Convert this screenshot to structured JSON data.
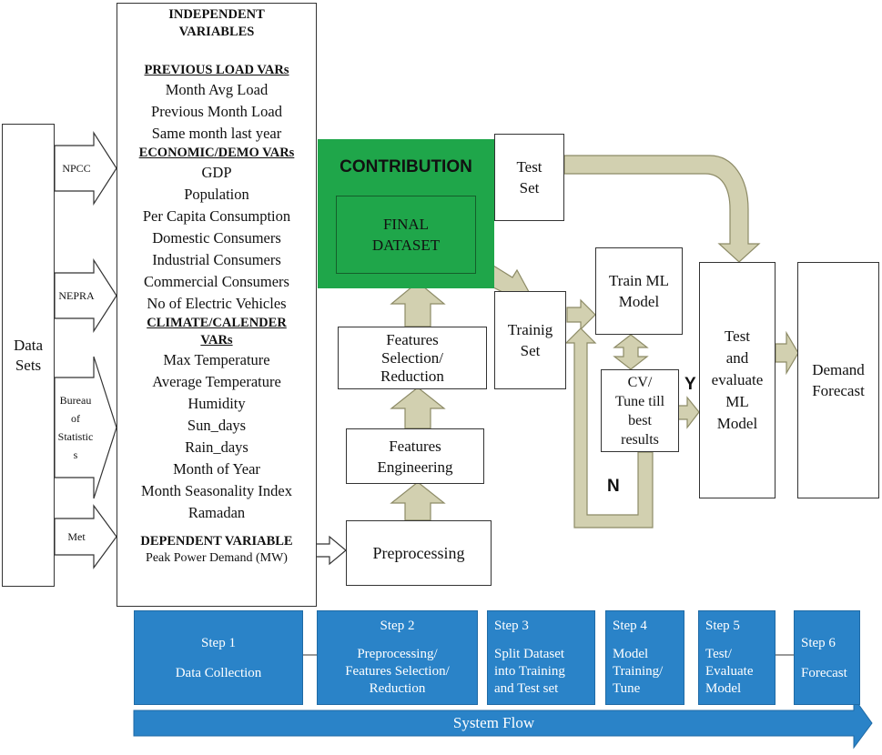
{
  "data_sets": {
    "label_line1": "Data",
    "label_line2": "Sets",
    "sources": [
      {
        "line1": "NPCC"
      },
      {
        "line1": "NEPRA"
      },
      {
        "line1": "Bureau",
        "line2": "of",
        "line3": "Statistic",
        "line4": "s"
      },
      {
        "line1": "Met"
      }
    ]
  },
  "variables": {
    "title_line1": "INDEPENDENT",
    "title_line2": "VARIABLES",
    "groups": [
      {
        "heading": "PREVIOUS LOAD VARs",
        "items": [
          "Month Avg Load",
          "Previous Month Load",
          "Same month last year"
        ]
      },
      {
        "heading": "ECONOMIC/DEMO VARs",
        "items": [
          "GDP",
          "Population",
          "Per Capita Consumption",
          "Domestic Consumers",
          "Industrial Consumers",
          "Commercial Consumers",
          "No of Electric Vehicles"
        ]
      },
      {
        "heading_line1": "CLIMATE/CALENDER",
        "heading_line2": "VARs",
        "items": [
          "Max Temperature",
          "Average Temperature",
          "Humidity",
          "Sun_days",
          "Rain_days",
          "Month of Year",
          "Month Seasonality Index",
          "Ramadan"
        ]
      }
    ],
    "dependent_title": "DEPENDENT VARIABLE",
    "dependent_item": "Peak Power Demand (MW)"
  },
  "contribution": {
    "label": "CONTRIBUTION",
    "final_line1": "FINAL",
    "final_line2": "DATASET",
    "color": "#1fa64a"
  },
  "pipeline": {
    "preprocessing": "Preprocessing",
    "engineering_line1": "Features",
    "engineering_line2": "Engineering",
    "selection_line1": "Features",
    "selection_line2": "Selection/",
    "selection_line3": "Reduction",
    "test_line1": "Test",
    "test_line2": "Set",
    "train_line1": "Trainig",
    "train_line2": "Set",
    "ml_line1": "Train ML",
    "ml_line2": "Model",
    "cv_line1": "CV/",
    "cv_line2": "Tune till",
    "cv_line3": "best",
    "cv_line4": "results",
    "yes": "Y",
    "no": "N",
    "eval_line1": "Test",
    "eval_line2": "and",
    "eval_line3": "evaluate",
    "eval_line4": "ML",
    "eval_line5": "Model",
    "forecast_line1": "Demand",
    "forecast_line2": "Forecast"
  },
  "steps": [
    {
      "title": "Step 1",
      "desc": [
        "Data Collection"
      ]
    },
    {
      "title": "Step 2",
      "desc": [
        "Preprocessing/",
        "Features Selection/",
        "Reduction"
      ]
    },
    {
      "title": "Step 3",
      "desc": [
        "Split Dataset",
        "into Training",
        "and Test set"
      ]
    },
    {
      "title": "Step 4",
      "desc": [
        "Model",
        "Training/",
        "Tune"
      ]
    },
    {
      "title": "Step 5",
      "desc": [
        "Test/",
        "Evaluate",
        "Model"
      ]
    },
    {
      "title": "Step 6",
      "desc": [
        "Forecast"
      ]
    }
  ],
  "system_flow": "System Flow",
  "colors": {
    "step_blue": "#2a83c8",
    "arrow_fill": "#d2d0b0"
  }
}
